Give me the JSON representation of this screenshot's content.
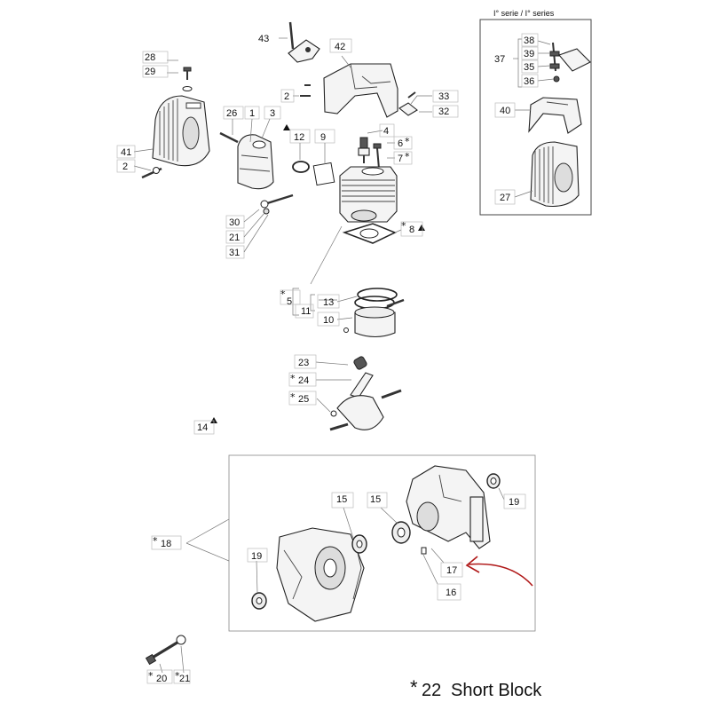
{
  "inset": {
    "header": "I° serie / I° series"
  },
  "caption": {
    "star": "*",
    "number": "22",
    "text": "Short Block"
  },
  "labels": {
    "p43": "43",
    "p42": "42",
    "p28": "28",
    "p29": "29",
    "p26": "26",
    "p1": "1",
    "p3": "3",
    "p2a": "2",
    "p33": "33",
    "p32": "32",
    "p41": "41",
    "p2b": "2",
    "p12": "12",
    "p9": "9",
    "p4": "4",
    "p6": "6",
    "p7": "7",
    "p8": "8",
    "p30": "30",
    "p21a": "21",
    "p31": "31",
    "p5": "5",
    "p13": "13",
    "p11": "11",
    "p10": "10",
    "p23": "23",
    "p24": "24",
    "p25": "25",
    "p14": "14",
    "p18": "18",
    "p15a": "15",
    "p15b": "15",
    "p19a": "19",
    "p19b": "19",
    "p17": "17",
    "p16": "16",
    "p20": "20",
    "p21b": "21",
    "p38": "38",
    "p39": "39",
    "p35": "35",
    "p36": "36",
    "p37": "37",
    "p40": "40",
    "p27": "27"
  },
  "marks": {
    "star": "*"
  },
  "colors": {
    "arrow": "#b01818",
    "ink": "#222222"
  }
}
